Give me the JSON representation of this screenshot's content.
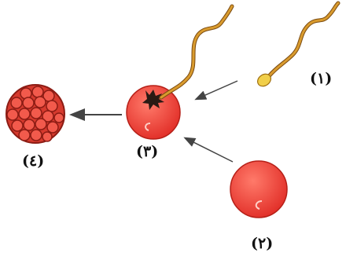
{
  "labels": {
    "stage_1": "(١)",
    "stage_2": "(٢)",
    "stage_3": "(٣)",
    "stage_4": "(٤)"
  },
  "colors": {
    "cell_fill": "#f0413a",
    "cell_stroke": "#b62018",
    "cell_nucleus": "#ff8a7a",
    "sperm_body": "#d99b2e",
    "sperm_head": "#f1cf4a",
    "sperm_dark": "#7a4a10",
    "arrow": "#444444"
  }
}
